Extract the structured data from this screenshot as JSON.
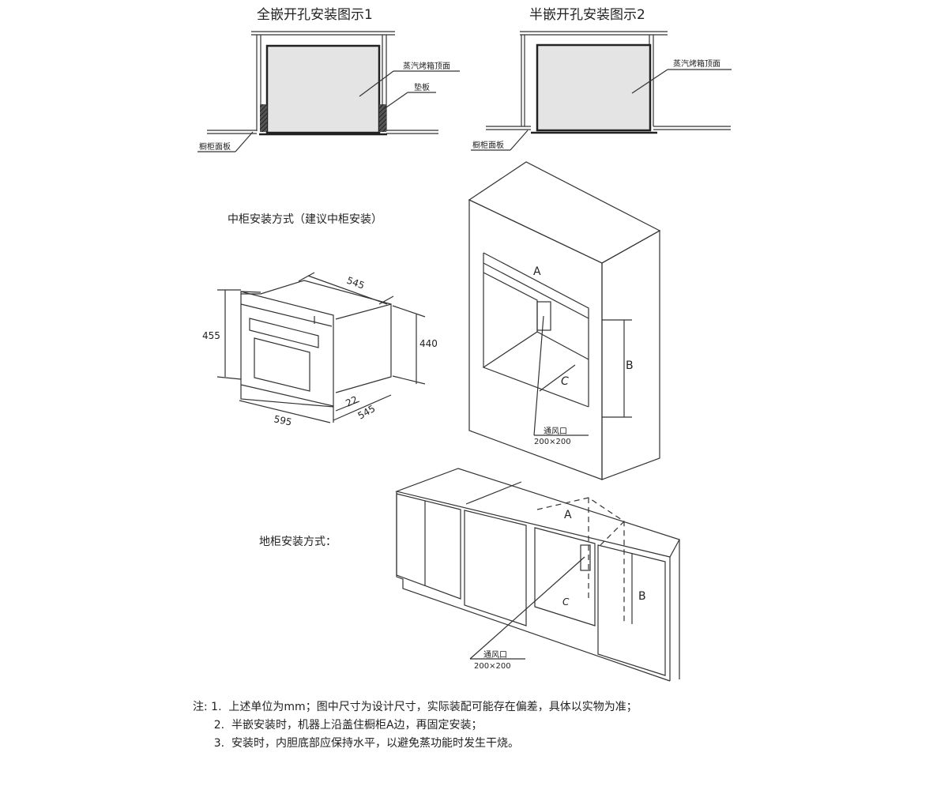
{
  "fig1": {
    "title": "全嵌开孔安装图示1",
    "oven_top_label": "蒸汽烤箱顶面",
    "pad_label": "垫板",
    "panel_label": "橱柜面板"
  },
  "fig2": {
    "title": "半嵌开孔安装图示2",
    "oven_top_label": "蒸汽烤箱顶面",
    "panel_label": "橱柜面板"
  },
  "middle": {
    "title": "中柜安装方式（建议中柜安装）",
    "oven_dims": {
      "depth_top": "545",
      "height_front": "455",
      "height_body": "440",
      "width": "595",
      "door": "22",
      "depth_bottom": "545"
    },
    "cabinet": {
      "a": "A",
      "b": "B",
      "c": "C",
      "vent_label": "通风口",
      "vent_size": "200×200"
    }
  },
  "base": {
    "title": "地柜安装方式：",
    "cabinet": {
      "a": "A",
      "b": "B",
      "c": "C",
      "vent_label": "通风口",
      "vent_size": "200×200"
    }
  },
  "notes": [
    "注: 1.  上述单位为mm；图中尺寸为设计尺寸，实际装配可能存在偏差，具体以实物为准；",
    "      2.  半嵌安装时，机器上沿盖住橱柜A边，再固定安装；",
    "      3.  安装时，内胆底部应保持水平，以避免蒸功能时发生干烧。"
  ]
}
